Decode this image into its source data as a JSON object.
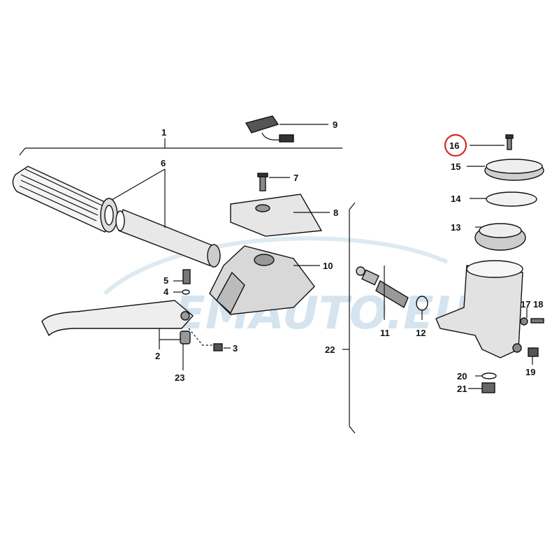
{
  "diagram": {
    "callouts": {
      "c1": "1",
      "c2": "2",
      "c3": "3",
      "c4": "4",
      "c5": "5",
      "c6": "6",
      "c7": "7",
      "c8": "8",
      "c9": "9",
      "c10": "10",
      "c11": "11",
      "c12": "12",
      "c13": "13",
      "c14": "14",
      "c15": "15",
      "c16": "16",
      "c17": "17",
      "c18": "18",
      "c19": "19",
      "c20": "20",
      "c21": "21",
      "c22": "22",
      "c23": "23"
    },
    "highlighted_callout": "16",
    "highlight_color": "#d42a2a",
    "watermark": "EMAUTO.EU",
    "watermark_color": "#1d6fa8"
  }
}
